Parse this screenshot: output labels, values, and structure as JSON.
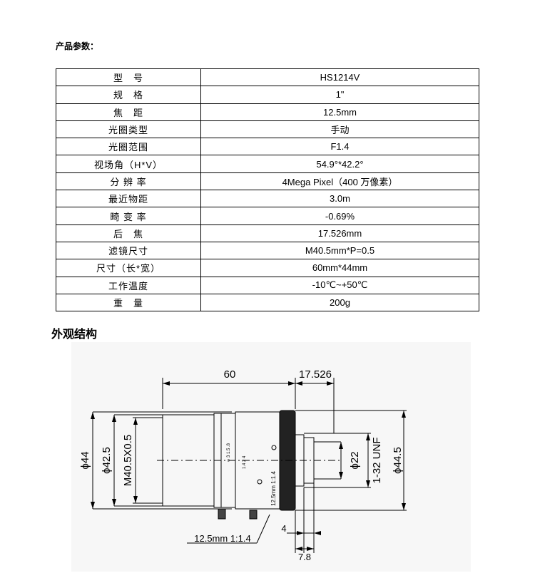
{
  "header": {
    "params_title": "产品参数："
  },
  "specs": [
    {
      "label": "型　号",
      "value": "HS1214V"
    },
    {
      "label": "规　格",
      "value": "1\""
    },
    {
      "label": "焦　距",
      "value": "12.5mm"
    },
    {
      "label": "光圈类型",
      "value": "手动"
    },
    {
      "label": "光圈范围",
      "value": "F1.4"
    },
    {
      "label": "视场角（H*V）",
      "value": "54.9°*42.2°"
    },
    {
      "label": "分 辨 率",
      "value": "4Mega Pixel（400 万像素）"
    },
    {
      "label": "最近物距",
      "value": "3.0m"
    },
    {
      "label": "畸 变 率",
      "value": "-0.69%"
    },
    {
      "label": "后　焦",
      "value": "17.526mm"
    },
    {
      "label": "滤镜尺寸",
      "value": "M40.5mm*P=0.5"
    },
    {
      "label": "尺寸（长*宽）",
      "value": "60mm*44mm"
    },
    {
      "label": "工作温度",
      "value": "-10℃~+50℃"
    },
    {
      "label": "重　量",
      "value": "200g"
    }
  ],
  "drawing": {
    "title": "外观结构",
    "dims": {
      "length": "60",
      "back_focus": "17.526",
      "dia_44": "ϕ44",
      "dia_42_5": "ϕ42.5",
      "filter_thread": "M40.5X0.5",
      "dia_22": "ϕ22",
      "mount_thread": "1-32 UNF",
      "dia_44_5": "ϕ44.5",
      "flange_4": "4",
      "flange_7_8": "7.8",
      "lens_note": "12.5mm 1:1.4"
    },
    "barrel_marks": {
      "focus_scale": "∞ 3 1.5 .8",
      "iris_scale": "1.4 2 4",
      "engraving": "12.5mm 1:1.4"
    }
  }
}
